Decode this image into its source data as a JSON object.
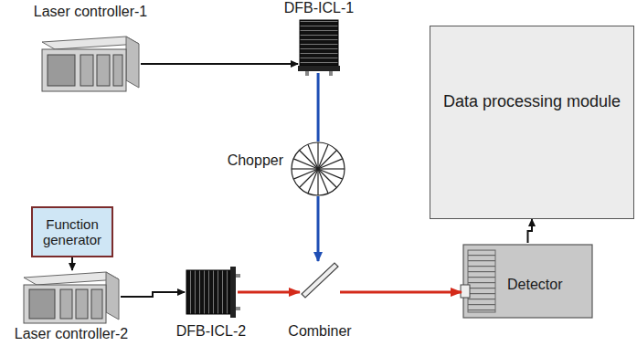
{
  "diagram": {
    "nodes": [
      {
        "text": [
          "Laser controller-1"
        ]
      },
      {
        "text": [
          "DFB-ICL-1"
        ]
      },
      {
        "text": [
          "Chopper"
        ]
      },
      {
        "text": [
          "Function generator"
        ]
      },
      {
        "text": [
          "Laser controller-2"
        ]
      },
      {
        "text": [
          "DFB-ICL-2"
        ]
      },
      {
        "text": [
          "Combiner"
        ]
      },
      {
        "text": [
          "Detector"
        ]
      },
      {
        "text": [
          "Data processing module"
        ]
      }
    ],
    "edges": [
      {
        "from": 0,
        "to": 1,
        "arrow": "to"
      },
      {
        "from": 1,
        "to": 2,
        "arrow": "none"
      },
      {
        "from": 2,
        "to": 6,
        "arrow": "to"
      },
      {
        "from": 3,
        "to": 4,
        "arrow": "to"
      },
      {
        "from": 4,
        "to": 5,
        "arrow": "to"
      },
      {
        "from": 5,
        "to": 6,
        "arrow": "to"
      },
      {
        "from": 6,
        "to": 7,
        "arrow": "to"
      },
      {
        "from": 7,
        "to": 8,
        "arrow": "to"
      }
    ]
  }
}
